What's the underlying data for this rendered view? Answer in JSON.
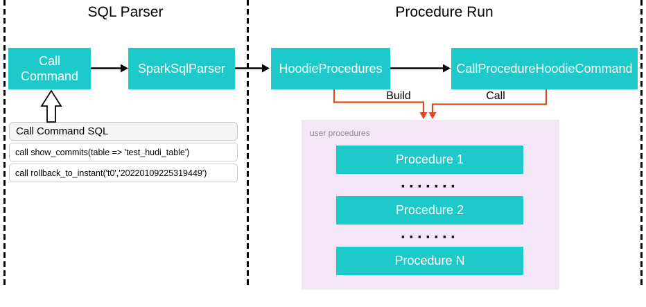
{
  "sections": {
    "sql_parser": {
      "title": "SQL Parser"
    },
    "procedure_run": {
      "title": "Procedure Run"
    }
  },
  "nodes": {
    "call_command": {
      "line1": "Call",
      "line2": "Command"
    },
    "spark_sql_parser": {
      "label": "SparkSqlParser"
    },
    "hoodie_procedures": {
      "label": "HoodieProcedures"
    },
    "call_procedure_hoodie_command": {
      "label": "CallProcedureHoodieCommand"
    }
  },
  "connectors": {
    "build_label": "Build",
    "call_label": "Call"
  },
  "sql_panel": {
    "header": "Call Command SQL",
    "rows": [
      "call show_commits(table => 'test_hudi_table')",
      "call rollback_to_instant('t0','20220109225319449')"
    ]
  },
  "procedures_panel": {
    "label": "user procedures",
    "items": [
      "Procedure 1",
      "Procedure 2",
      "Procedure N"
    ],
    "dots": "·······"
  },
  "colors": {
    "teal": "#1EC9C9",
    "orange": "#D74B1F",
    "lavender": "#F3E7F7",
    "header_gray": "#F5F5F5",
    "border_gray": "#C9C9C9",
    "muted_text": "#8E8E8E"
  }
}
